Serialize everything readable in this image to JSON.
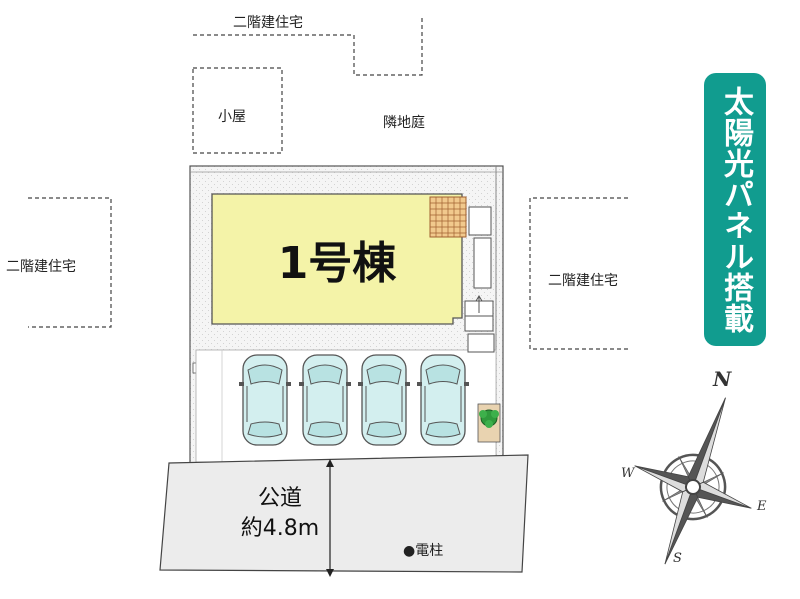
{
  "neighbors": {
    "top_house": "二階建住宅",
    "left_house": "二階建住宅",
    "right_house": "二階建住宅",
    "shed": "小屋",
    "garden": "隣地庭"
  },
  "building": {
    "name": "1号棟"
  },
  "road": {
    "name": "公道",
    "width": "約4.8m"
  },
  "utility_pole": "●電柱",
  "solar_badge": "太陽光パネル搭載",
  "compass": {
    "north": "N",
    "south": "S",
    "east": "E",
    "west": "W"
  },
  "colors": {
    "building": "#f4f3a8",
    "badge": "#119c8f",
    "road": "#ececec",
    "car": "#cfeeee",
    "lot": "#f3f3f3"
  }
}
